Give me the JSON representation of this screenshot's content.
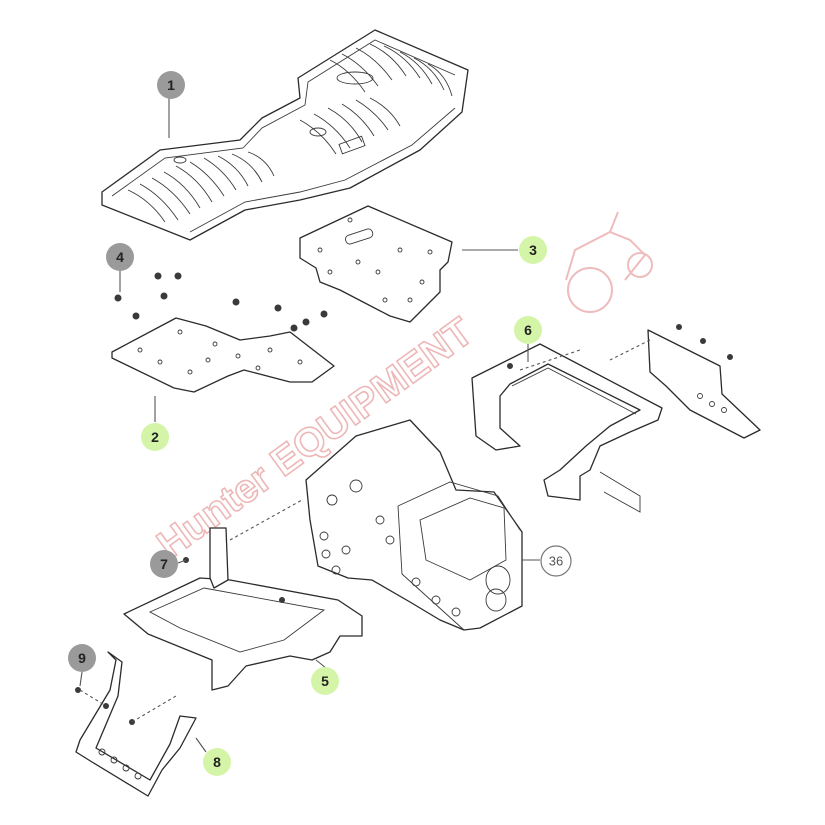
{
  "diagram": {
    "callouts": [
      {
        "id": "1",
        "label": "1",
        "style": "grey"
      },
      {
        "id": "2",
        "label": "2",
        "style": "green"
      },
      {
        "id": "3",
        "label": "3",
        "style": "green"
      },
      {
        "id": "4",
        "label": "4",
        "style": "grey"
      },
      {
        "id": "5",
        "label": "5",
        "style": "green"
      },
      {
        "id": "6",
        "label": "6",
        "style": "green"
      },
      {
        "id": "7",
        "label": "7",
        "style": "grey"
      },
      {
        "id": "8",
        "label": "8",
        "style": "green"
      },
      {
        "id": "9",
        "label": "9",
        "style": "grey"
      }
    ],
    "reference_label": "36",
    "watermark": "Hunter EQUIPMENT",
    "colors": {
      "green_callout": "#d4f5a8",
      "grey_callout": "#9a9a9a",
      "watermark": "#e8a0a0",
      "line": "#2b2b2b"
    }
  }
}
